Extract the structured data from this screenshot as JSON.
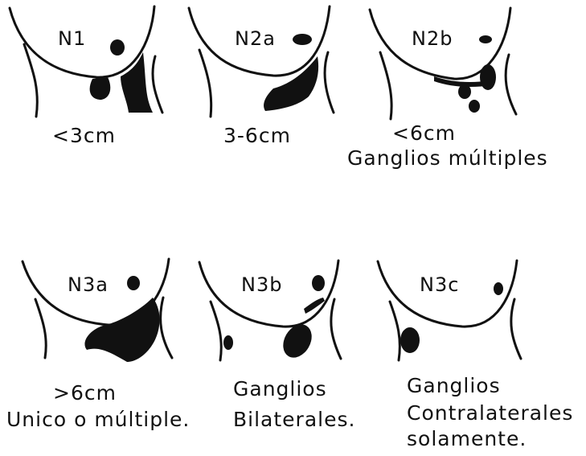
{
  "panels": [
    {
      "stage": "N1",
      "caption": [
        "<3cm"
      ]
    },
    {
      "stage": "N2a",
      "caption": [
        "3-6cm"
      ]
    },
    {
      "stage": "N2b",
      "caption": [
        "<6cm",
        "Ganglios múltiples"
      ]
    },
    {
      "stage": "N3a",
      "caption": [
        ">6cm",
        "Unico o múltiple."
      ]
    },
    {
      "stage": "N3b",
      "caption": [
        "Ganglios",
        "Bilaterales."
      ]
    },
    {
      "stage": "N3c",
      "caption": [
        "Ganglios",
        "Contralaterales",
        "solamente."
      ]
    }
  ],
  "colors": {
    "ink": "#111111",
    "background": "#ffffff"
  }
}
